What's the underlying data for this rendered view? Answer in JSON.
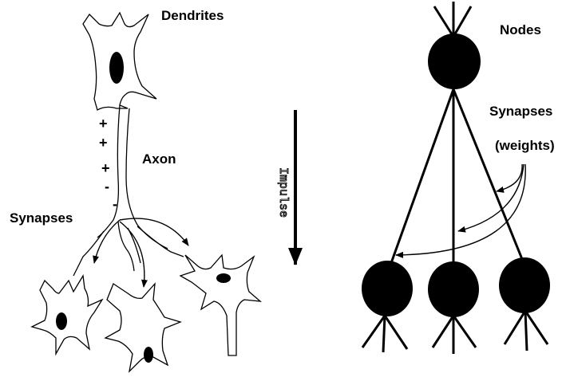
{
  "labels": {
    "dendrites": "Dendrites",
    "axon": "Axon",
    "synapses_left": "Synapses",
    "impulse": "Impulse",
    "nodes": "Nodes",
    "synapses_right": "Synapses",
    "weights": "(weights)"
  },
  "signs": [
    "+",
    "+",
    "+",
    "-",
    "-"
  ],
  "colors": {
    "ink": "#000000",
    "background": "#ffffff"
  }
}
